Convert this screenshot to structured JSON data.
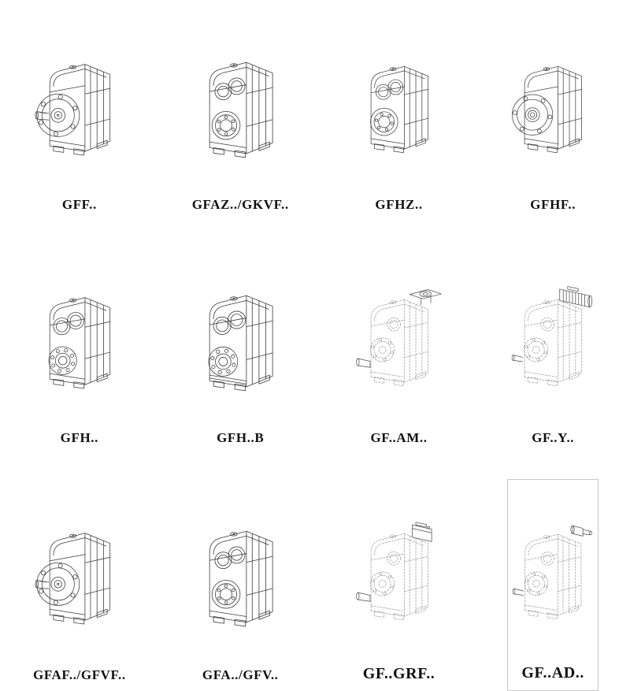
{
  "page": {
    "background": "#ffffff",
    "line_color_solid": "#3c3c3c",
    "line_color_dashed": "#9a9a9a",
    "accessory_line_color": "#4a4a4a"
  },
  "catalog": {
    "items": [
      {
        "label": "GFF..",
        "variant": "flange-shaft",
        "line_style": "solid",
        "boxed": false
      },
      {
        "label": "GFAZ../GKVF..",
        "variant": "hollow-shaft",
        "line_style": "solid",
        "boxed": false
      },
      {
        "label": "GFHZ..",
        "variant": "hollow-shaft-alt",
        "line_style": "solid",
        "boxed": false
      },
      {
        "label": "GFHF..",
        "variant": "flange-hollow",
        "line_style": "solid",
        "boxed": false
      },
      {
        "label": "GFH..",
        "variant": "plain",
        "line_style": "solid",
        "boxed": false
      },
      {
        "label": "GFH..B",
        "variant": "plain-b",
        "line_style": "solid",
        "boxed": false
      },
      {
        "label": "GF..AM..",
        "variant": "top-flange",
        "line_style": "dashed",
        "boxed": false
      },
      {
        "label": "GF..Y..",
        "variant": "motor",
        "line_style": "dashed",
        "boxed": false
      },
      {
        "label": "GFAF../GFVF..",
        "variant": "flange-shaft",
        "line_style": "solid",
        "boxed": false
      },
      {
        "label": "GFA../GFV..",
        "variant": "hollow-shaft",
        "line_style": "solid",
        "boxed": false
      },
      {
        "label": "GF..GRF..",
        "variant": "adapter-box",
        "line_style": "dashed",
        "boxed": false
      },
      {
        "label": "GF..AD..",
        "variant": "input-adapter",
        "line_style": "dashed",
        "boxed": true
      }
    ]
  }
}
